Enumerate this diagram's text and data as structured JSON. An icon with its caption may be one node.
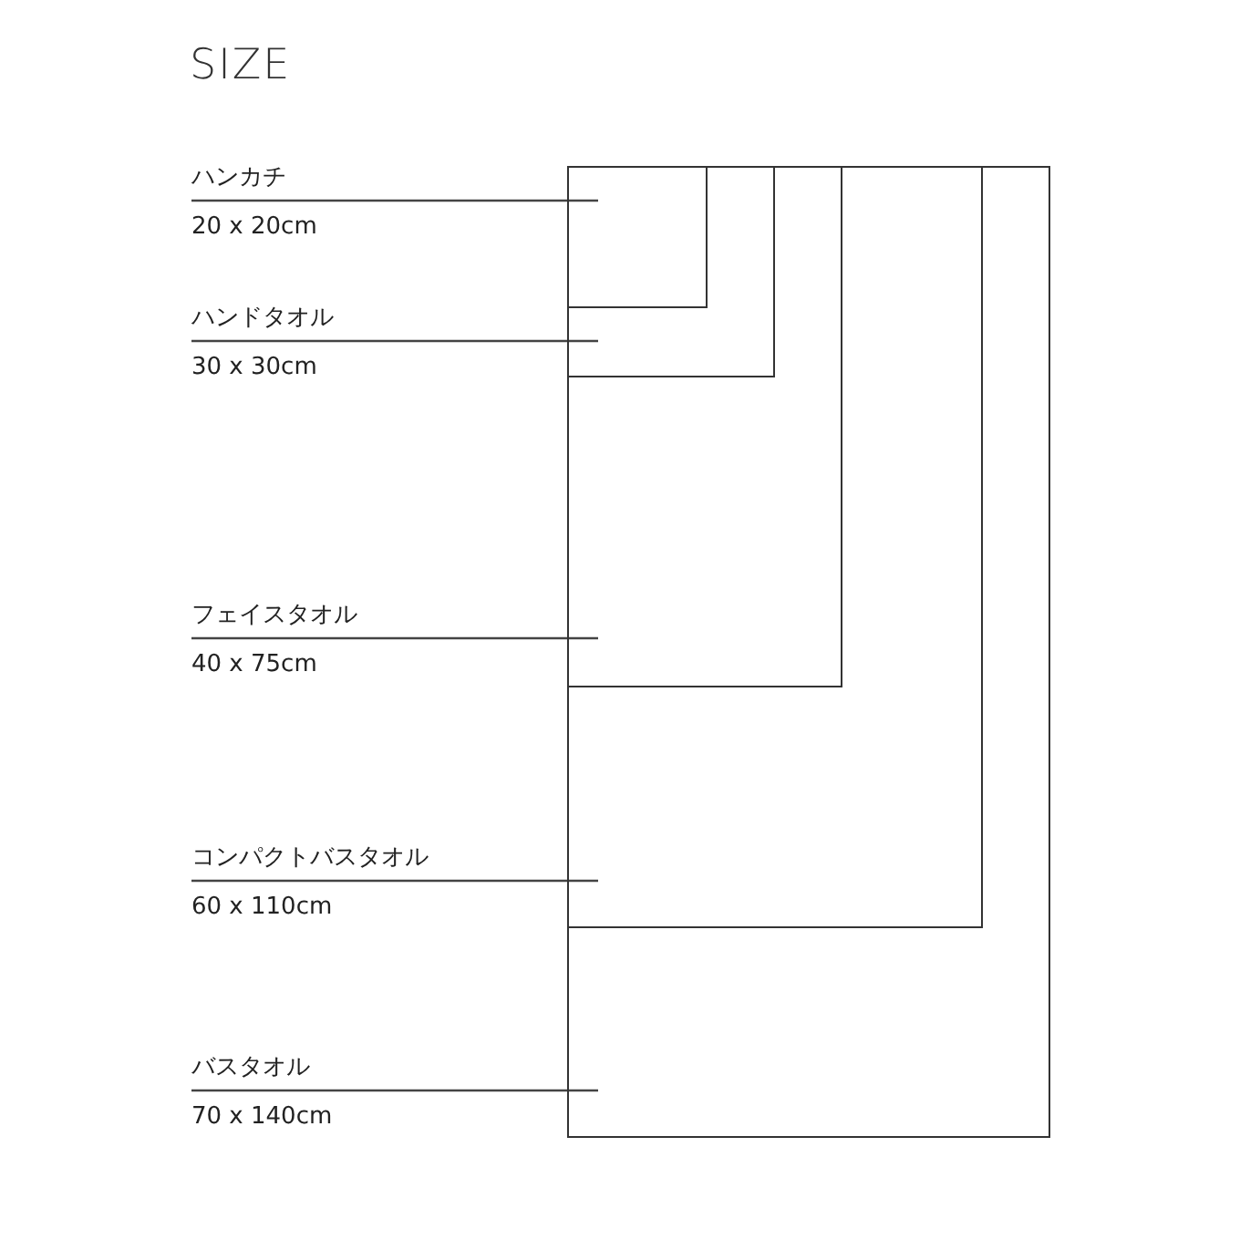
{
  "diagram": {
    "title": "SIZE",
    "nodes": [
      {
        "text": [],
        "shape": "box"
      },
      {
        "text": [],
        "shape": "box",
        "in": 0
      },
      {
        "text": [],
        "shape": "box",
        "in": 1
      },
      {
        "text": [],
        "shape": "box",
        "in": 2
      },
      {
        "text": [],
        "shape": "box",
        "in": 3
      },
      {
        "text": [
          "ハンカチ"
        ],
        "beside": [
          "20 x 20cm"
        ]
      },
      {
        "text": [
          "ハンドタオル"
        ],
        "beside": [
          "30 x 30cm"
        ]
      },
      {
        "text": [
          "フェイスタオル"
        ],
        "beside": [
          "40 x 75cm"
        ]
      },
      {
        "text": [
          "コンパクトバスタオル"
        ],
        "beside": [
          "60 x 110cm"
        ]
      },
      {
        "text": [
          "バスタオル"
        ],
        "beside": [
          "70 x 140cm"
        ]
      }
    ],
    "edges": [
      {
        "from": 5,
        "to": 4,
        "arrow": "none"
      },
      {
        "from": 6,
        "to": 3,
        "arrow": "none"
      },
      {
        "from": 7,
        "to": 2,
        "arrow": "none"
      },
      {
        "from": 8,
        "to": 1,
        "arrow": "none"
      },
      {
        "from": 9,
        "to": 0,
        "arrow": "none"
      }
    ]
  }
}
